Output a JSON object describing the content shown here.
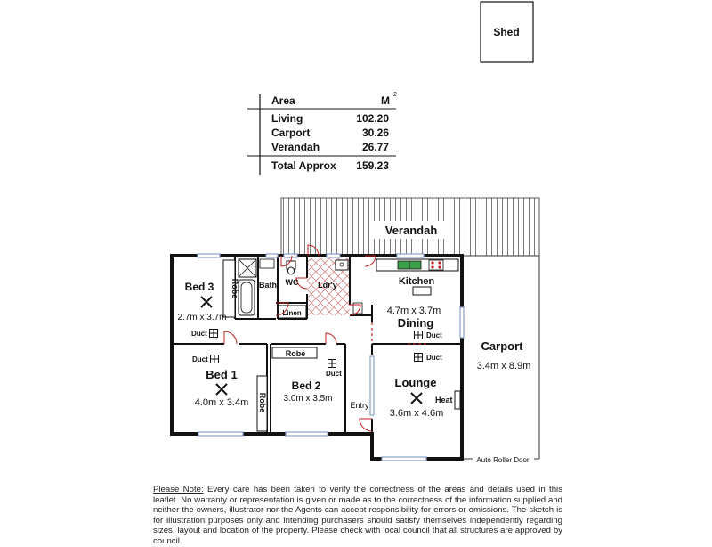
{
  "shed": {
    "label": "Shed"
  },
  "area_table": {
    "header_label": "Area",
    "header_unit": "M",
    "header_unit_sup": "2",
    "rows": [
      {
        "label": "Living",
        "value": "102.20"
      },
      {
        "label": "Carport",
        "value": "30.26"
      },
      {
        "label": "Verandah",
        "value": "26.77"
      }
    ],
    "total_label": "Total Approx",
    "total_value": "159.23"
  },
  "rooms": {
    "verandah": "Verandah",
    "bed3": "Bed 3",
    "bed3_size": "2.7m x 3.7m",
    "robe_bed3": "Robe",
    "bath": "Bath",
    "wc": "WC",
    "laundry": "Ldr'y",
    "linen": "Linen",
    "kitchen": "Kitchen",
    "kitchen_dining_size": "4.7m x 3.7m",
    "dining": "Dining",
    "bed1": "Bed 1",
    "bed1_size": "4.0m x 3.4m",
    "robe_bed1": "Robe",
    "bed2": "Bed 2",
    "bed2_size": "3.0m x 3.5m",
    "robe_bed2": "Robe",
    "entry": "Entry",
    "lounge": "Lounge",
    "lounge_size": "3.6m x 4.6m",
    "heat": "Heat",
    "carport": "Carport",
    "carport_size": "3.4m x 8.9m",
    "auto_door": "Auto Roller Door",
    "duct": "Duct"
  },
  "note": {
    "label": "Please Note:",
    "text": "Every care has been taken to verify the correctness of the areas and details used in this leaflet. No warranty or representation is given or made as to the correctness of the information supplied and neither the owners, illustrator nor the Agents can accept responsibility for errors or omissions. The sketch is for illustration purposes only and intending purchasers should satisfy themselves independently regarding sizes, layout and location of the property. Please check with local council that all structures are approved by council."
  },
  "colors": {
    "wall": "#111111",
    "window": "#8aa0c8",
    "door": "#c22222",
    "laundry_tile": "#d48a8a"
  }
}
